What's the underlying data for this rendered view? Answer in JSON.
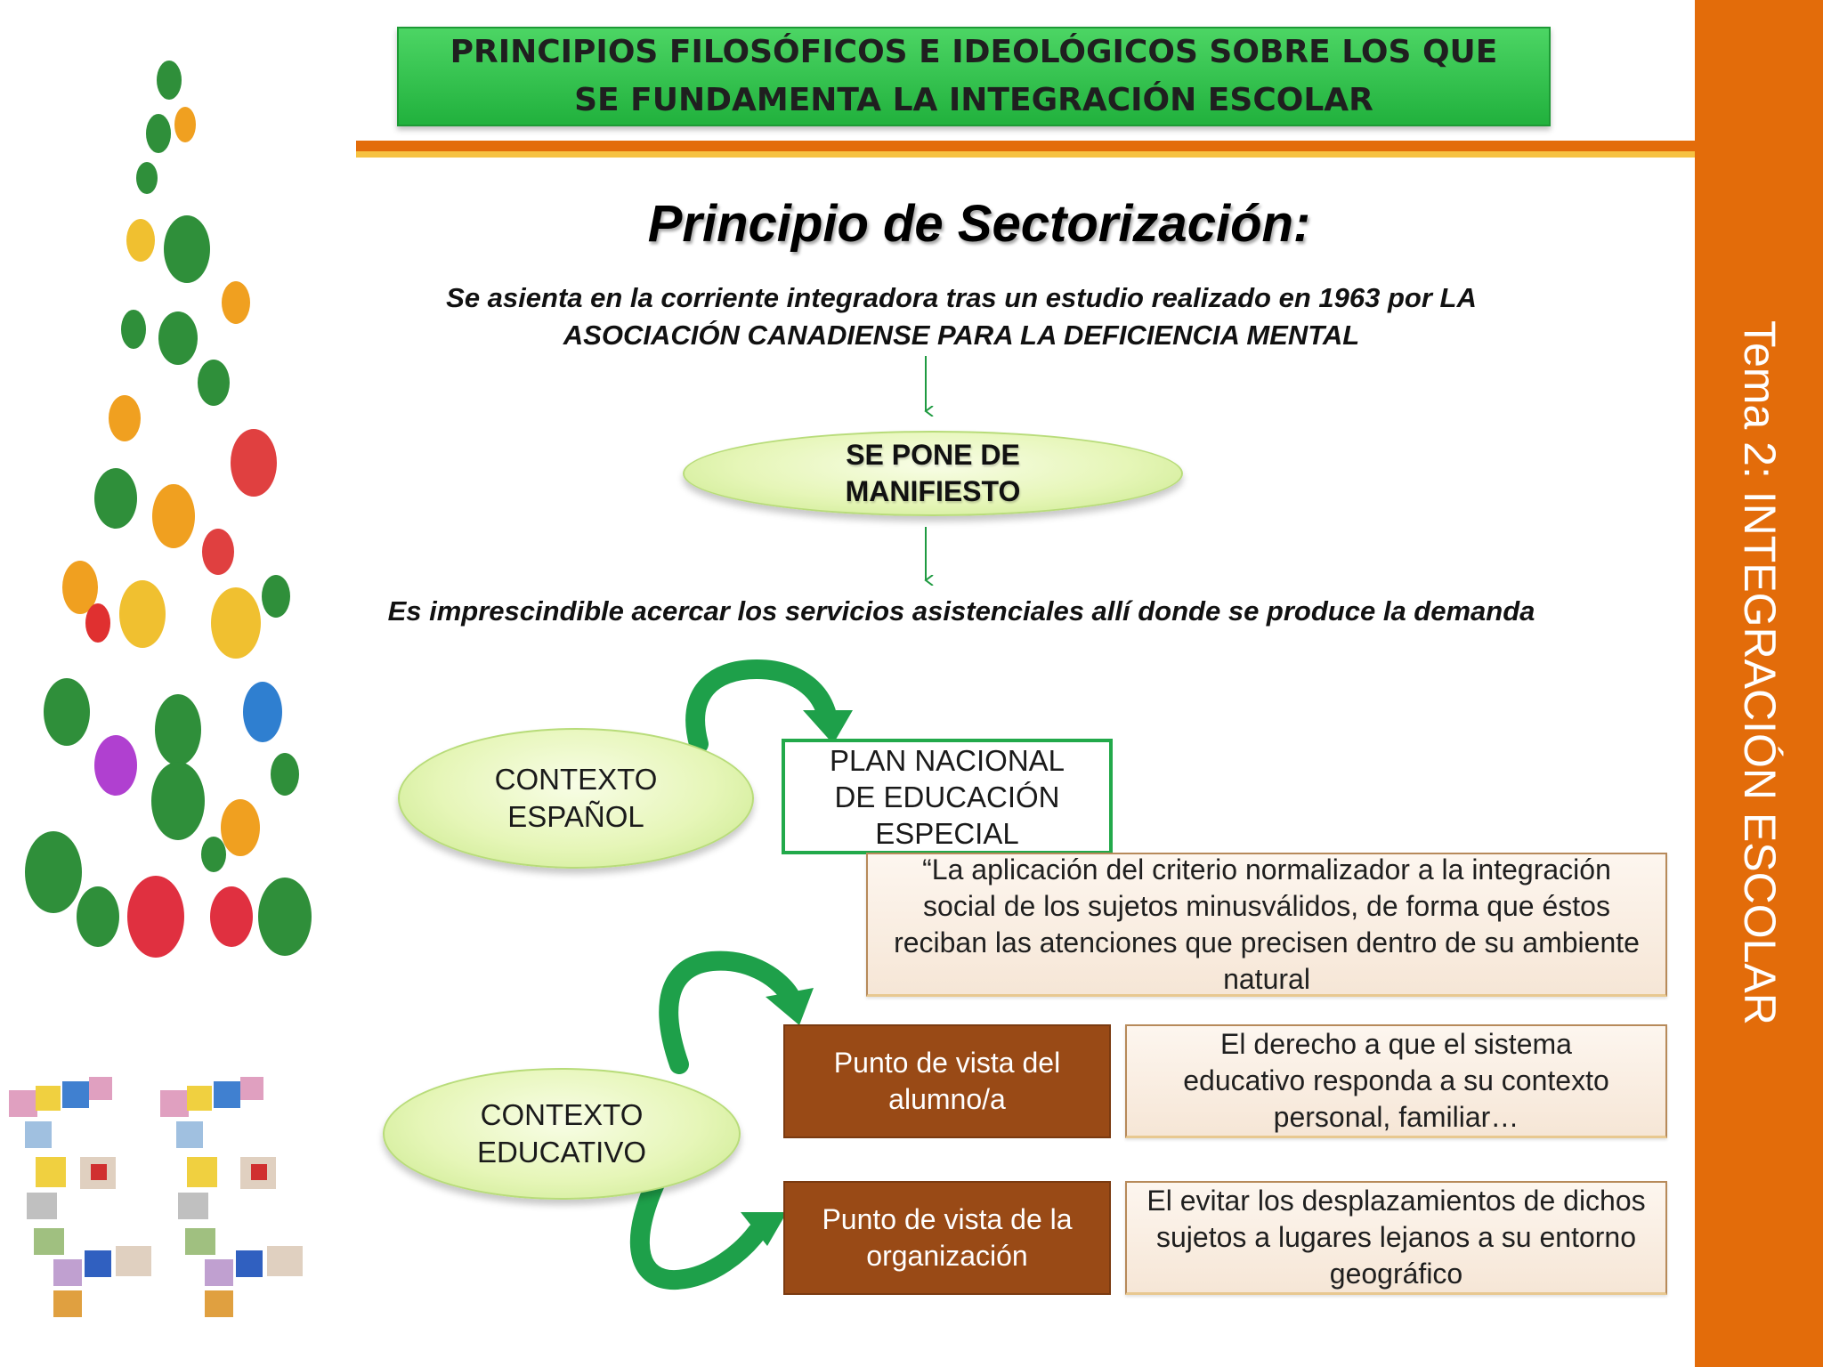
{
  "banner": {
    "title": "PRINCIPIOS FILOSÓFICOS E IDEOLÓGICOS SOBRE LOS QUE SE FUNDAMENTA LA INTEGRACIÓN ESCOLAR"
  },
  "sidebar": {
    "title": "Tema 2: INTEGRACIÓN ESCOLAR"
  },
  "main": {
    "title": "Principio de Sectorización:",
    "intro": "Se asienta en la corriente integradora tras un estudio realizado en 1963 por LA ASOCIACIÓN CANADIENSE PARA LA DEFICIENCIA MENTAL",
    "manifiesto": "SE PONE DE MANIFIESTO",
    "conclusion": "Es imprescindible acercar los servicios asistenciales allí donde se produce la demanda"
  },
  "contexto_espanol": {
    "label": "CONTEXTO ESPAÑOL",
    "plan": "PLAN NACIONAL DE EDUCACIÓN ESPECIAL",
    "quote": "“La aplicación del criterio normalizador a la integración social de los sujetos minusválidos, de forma que éstos reciban las atenciones que precisen dentro de su ambiente natural"
  },
  "contexto_educativo": {
    "label": "CONTEXTO EDUCATIVO",
    "alumno": {
      "label": "Punto de vista del alumno/a",
      "description": "El derecho a que el sistema educativo responda a su contexto personal, familiar…"
    },
    "organizacion": {
      "label": "Punto de vista de la organización",
      "description": "El evitar los desplazamientos de dichos sujetos a lugares lejanos a su entorno geográfico"
    }
  },
  "colors": {
    "sidebar": "#e36c0a",
    "banner": "#21b13d",
    "arrow_green": "#1e9a40",
    "brown_box": "#994a16"
  }
}
